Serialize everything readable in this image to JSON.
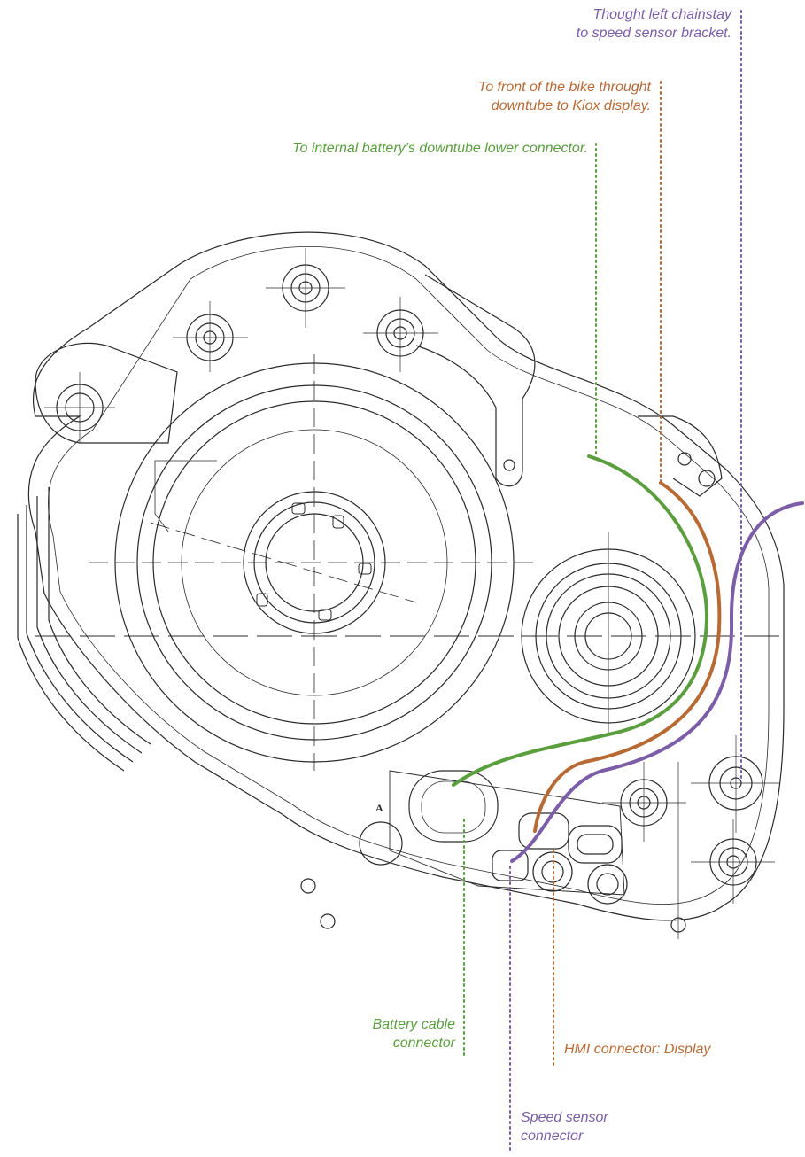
{
  "colors": {
    "purple": "#7b5ea7",
    "orange": "#b86a35",
    "green": "#5a9e3e",
    "drawing": "#2a2a2a"
  },
  "labels": {
    "speed_sensor_route": {
      "line1": "Thought left chainstay",
      "line2": "to speed sensor bracket."
    },
    "display_route": {
      "line1": "To front of the bike throught",
      "line2": "downtube to Kiox display."
    },
    "battery_route": {
      "line1": "To internal battery’s downtube lower connector."
    },
    "battery_connector": {
      "line1": "Battery cable",
      "line2": "connector"
    },
    "hmi_connector": {
      "line1": "HMI connector: Display"
    },
    "speed_connector": {
      "line1": "Speed sensor",
      "line2": "connector"
    }
  },
  "drawing": {
    "port_letter": "A"
  }
}
